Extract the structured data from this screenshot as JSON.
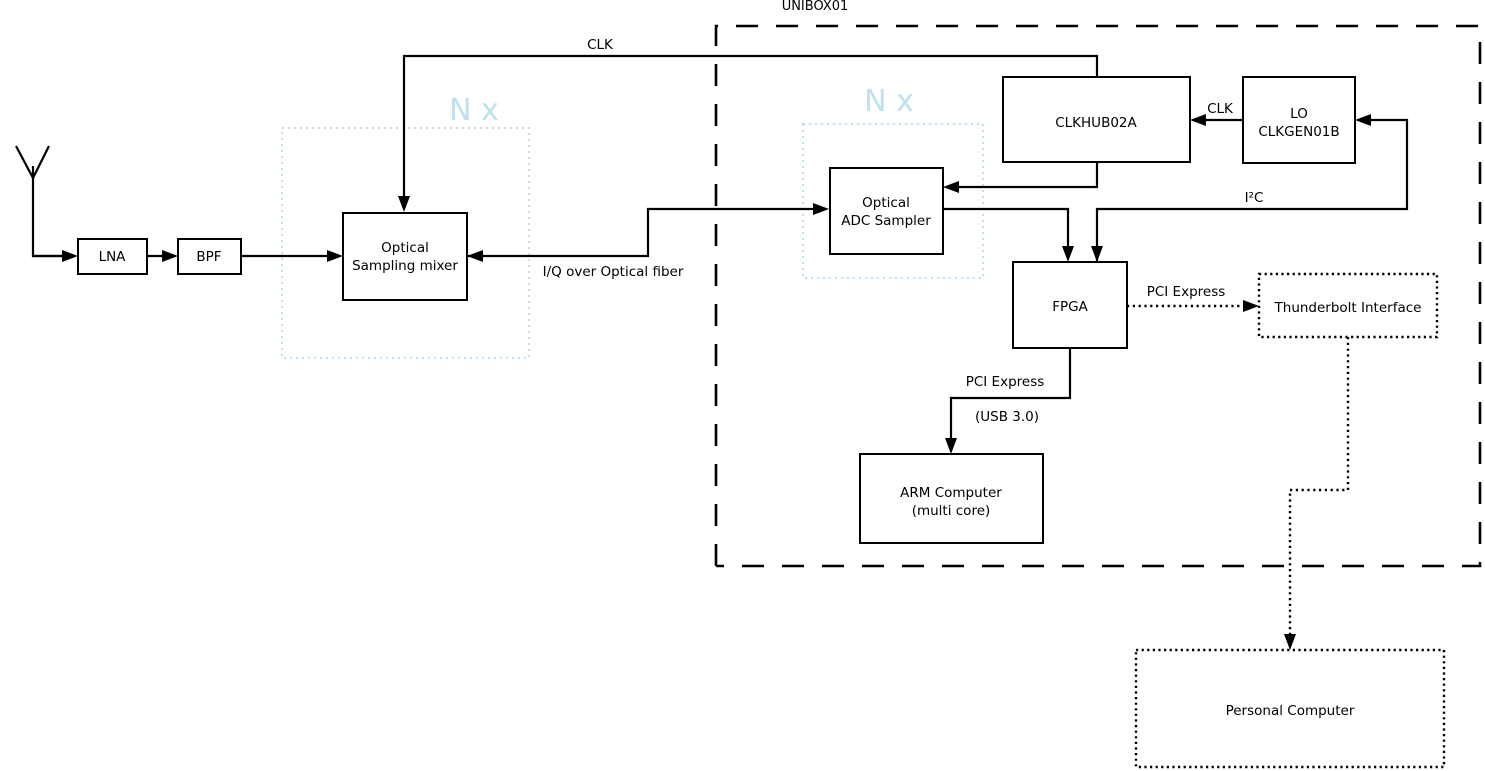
{
  "diagram": {
    "title": "UNIBOX01",
    "boundary_label": "UNIBOX01",
    "multiplicity_left": "N x",
    "multiplicity_right": "N x",
    "blocks": {
      "lna": {
        "label": "LNA"
      },
      "bpf": {
        "label": "BPF"
      },
      "mixer": {
        "line1": "Optical",
        "line2": "Sampling mixer"
      },
      "adc": {
        "line1": "Optical",
        "line2": "ADC Sampler"
      },
      "clkhub": {
        "label": "CLKHUB02A"
      },
      "lo": {
        "line1": "LO",
        "line2": "CLKGEN01B"
      },
      "fpga": {
        "label": "FPGA"
      },
      "arm": {
        "line1": "ARM Computer",
        "line2": "(multi core)"
      },
      "thunderbolt": {
        "label": "Thunderbolt Interface"
      },
      "pc": {
        "label": "Personal Computer"
      }
    },
    "edge_labels": {
      "clk_top": "CLK",
      "clk_lo": "CLK",
      "iq_fiber": "I/Q over Optical fiber",
      "i2c": "I²C",
      "pcie_thunderbolt": "PCI Express",
      "pcie_arm": "PCI Express",
      "usb3": "(USB 3.0)"
    },
    "colors": {
      "ink": "#000000",
      "accent_light_blue": "#bfe0ef",
      "background": "#ffffff"
    }
  }
}
